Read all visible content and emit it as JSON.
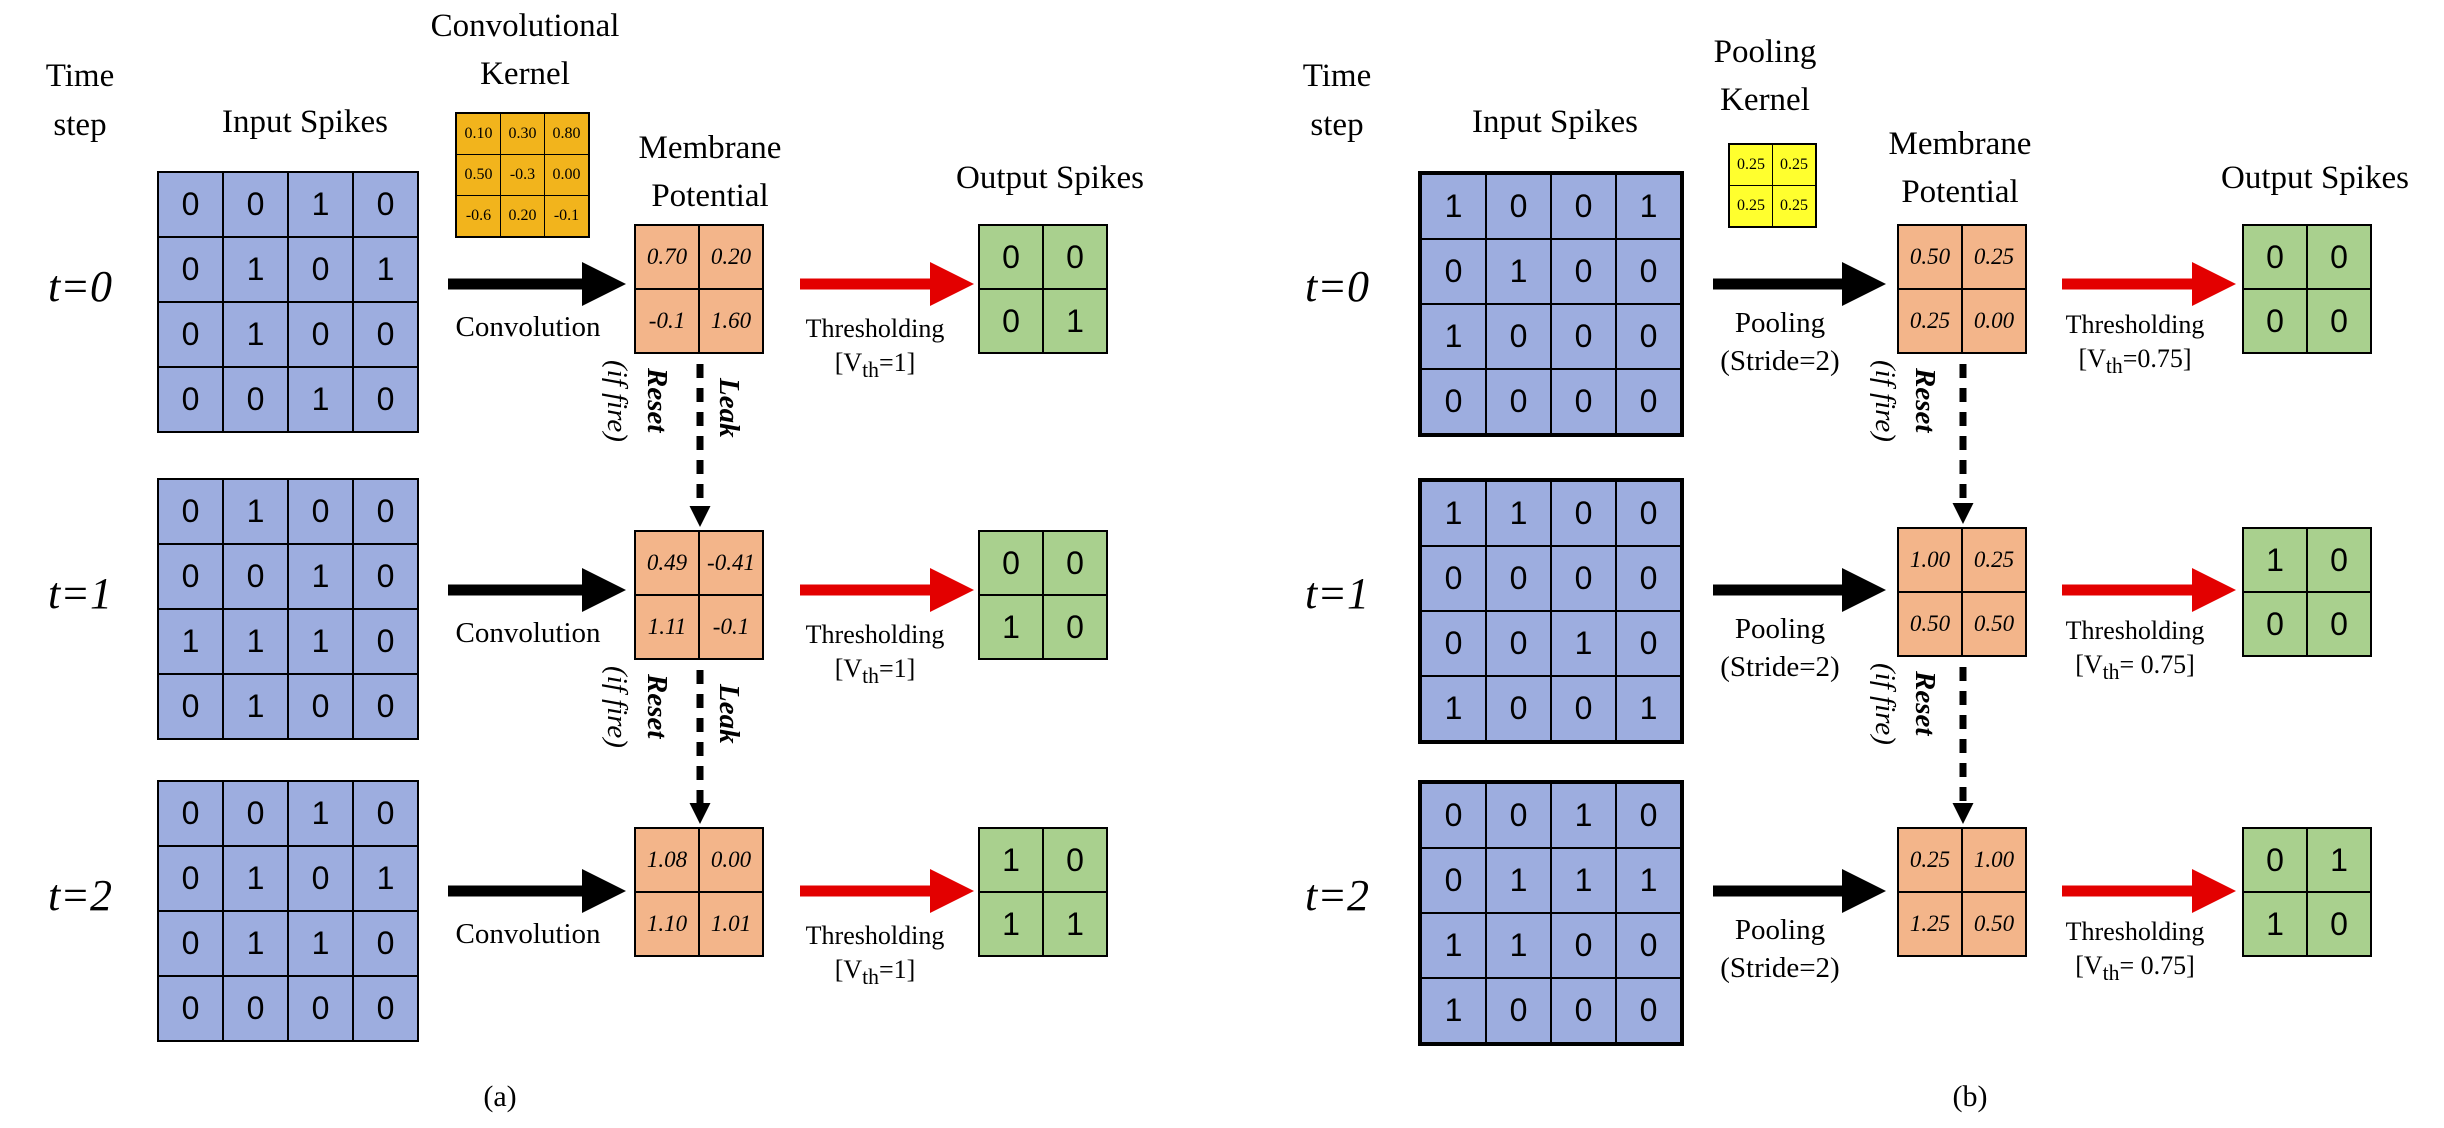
{
  "panel_a": {
    "caption": "(a)",
    "time_step_label": "Time step",
    "input_label": "Input Spikes",
    "kernel_label": "Convolutional Kernel",
    "kernel": [
      "0.10",
      "0.30",
      "0.80",
      "0.50",
      "-0.3",
      "0.00",
      "-0.6",
      "0.20",
      "-0.1"
    ],
    "membrane_label": "Membrane Potential",
    "output_label": "Output Spikes",
    "op_label": "Convolution",
    "threshold_label": "Thresholding",
    "vth_label": "[V<sub>th</sub>=1]",
    "leak_label": "Leak",
    "reset_label": "Reset",
    "iffire_label": "(if fire)",
    "steps": [
      {
        "t": "t=0",
        "input": [
          "0",
          "0",
          "1",
          "0",
          "0",
          "1",
          "0",
          "1",
          "0",
          "1",
          "0",
          "0",
          "0",
          "0",
          "1",
          "0"
        ],
        "membrane": [
          "0.70",
          "0.20",
          "-0.1",
          "1.60"
        ],
        "output": [
          "0",
          "0",
          "0",
          "1"
        ]
      },
      {
        "t": "t=1",
        "input": [
          "0",
          "1",
          "0",
          "0",
          "0",
          "0",
          "1",
          "0",
          "1",
          "1",
          "1",
          "0",
          "0",
          "1",
          "0",
          "0"
        ],
        "membrane": [
          "0.49",
          "-0.41",
          "1.11",
          "-0.1"
        ],
        "output": [
          "0",
          "0",
          "1",
          "0"
        ]
      },
      {
        "t": "t=2",
        "input": [
          "0",
          "0",
          "1",
          "0",
          "0",
          "1",
          "0",
          "1",
          "0",
          "1",
          "1",
          "0",
          "0",
          "0",
          "0",
          "0"
        ],
        "membrane": [
          "1.08",
          "0.00",
          "1.10",
          "1.01"
        ],
        "output": [
          "1",
          "0",
          "1",
          "1"
        ]
      }
    ]
  },
  "panel_b": {
    "caption": "(b)",
    "time_step_label": "Time step",
    "input_label": "Input Spikes",
    "kernel_label": "Pooling Kernel",
    "kernel": [
      "0.25",
      "0.25",
      "0.25",
      "0.25"
    ],
    "membrane_label": "Membrane Potential",
    "output_label": "Output Spikes",
    "op_label": "Pooling",
    "stride_label": "(Stride=2)",
    "threshold_label": "Thresholding",
    "vth_labels": [
      "[V<sub>th</sub>=0.75]",
      "[V<sub>th</sub>= 0.75]",
      "[V<sub>th</sub>= 0.75]"
    ],
    "reset_label": "Reset",
    "iffire_label": "(if fire)",
    "steps": [
      {
        "t": "t=0",
        "input": [
          "1",
          "0",
          "0",
          "1",
          "0",
          "1",
          "0",
          "0",
          "1",
          "0",
          "0",
          "0",
          "0",
          "0",
          "0",
          "0"
        ],
        "membrane": [
          "0.50",
          "0.25",
          "0.25",
          "0.00"
        ],
        "output": [
          "0",
          "0",
          "0",
          "0"
        ]
      },
      {
        "t": "t=1",
        "input": [
          "1",
          "1",
          "0",
          "0",
          "0",
          "0",
          "0",
          "0",
          "0",
          "0",
          "1",
          "0",
          "1",
          "0",
          "0",
          "1"
        ],
        "membrane": [
          "1.00",
          "0.25",
          "0.50",
          "0.50"
        ],
        "output": [
          "1",
          "0",
          "0",
          "0"
        ]
      },
      {
        "t": "t=2",
        "input": [
          "0",
          "0",
          "1",
          "0",
          "0",
          "1",
          "1",
          "1",
          "1",
          "1",
          "0",
          "0",
          "1",
          "0",
          "0",
          "0"
        ],
        "membrane": [
          "0.25",
          "1.00",
          "1.25",
          "0.50"
        ],
        "output": [
          "0",
          "1",
          "1",
          "0"
        ]
      }
    ]
  },
  "colors": {
    "input": "#9DADDF",
    "membrane": "#F3B58A",
    "output": "#A9D08E",
    "conv_kernel": "#F2B41C",
    "pool_kernel": "#FFFF2E",
    "black_arrow": "#000000",
    "red_arrow": "#E30000"
  }
}
